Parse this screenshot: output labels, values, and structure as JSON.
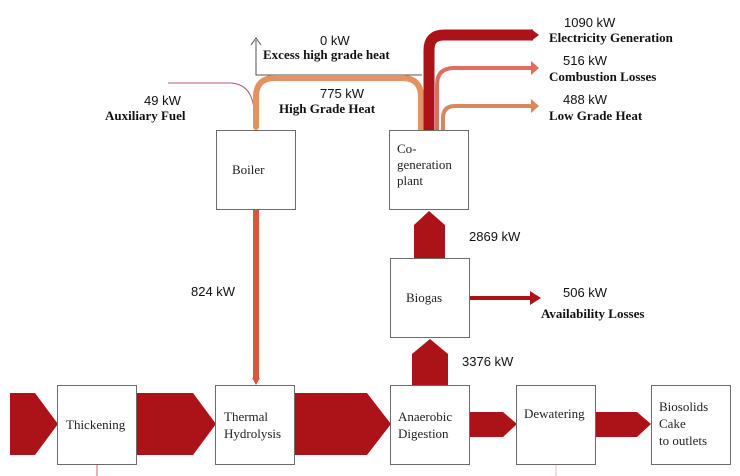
{
  "colors": {
    "main_flow": "#ab1318",
    "high_grade_heat": "#e4925f",
    "boiler_feed": "#d9573b",
    "combustion_losses": "#dd6e60",
    "low_grade_heat": "#d8875e",
    "aux_fuel": "#b45a6b",
    "box_border": "#6b6b6b"
  },
  "process_boxes": {
    "boiler": "Boiler",
    "cogeneration": [
      "Co-",
      "generation",
      "plant"
    ],
    "biogas": "Biogas",
    "thickening": "Thickening",
    "thermal_hydrolysis": [
      "Thermal",
      "Hydrolysis"
    ],
    "anaerobic_digestion": [
      "Anaerobic",
      "Digestion"
    ],
    "dewatering": "Dewatering",
    "biosolids_cake": [
      "Biosolids",
      "Cake",
      "to outlets"
    ]
  },
  "flows": {
    "excess_heat": {
      "value": "0 kW",
      "name": "Excess high grade heat"
    },
    "aux_fuel": {
      "value": "49 kW",
      "name": "Auxiliary Fuel"
    },
    "high_grade_heat": {
      "value": "775 kW",
      "name": "High Grade Heat"
    },
    "electricity": {
      "value": "1090 kW",
      "name": "Electricity Generation"
    },
    "combustion_losses": {
      "value": "516 kW",
      "name": "Combustion Losses"
    },
    "low_grade_heat": {
      "value": "488 kW",
      "name": "Low Grade Heat"
    },
    "boiler_to_thermal": {
      "value": "824 kW"
    },
    "biogas_to_cogen": {
      "value": "2869 kW"
    },
    "availability_losses": {
      "value": "506 kW",
      "name": "Availability Losses"
    },
    "digestion_to_biogas": {
      "value": "3376 kW"
    }
  }
}
